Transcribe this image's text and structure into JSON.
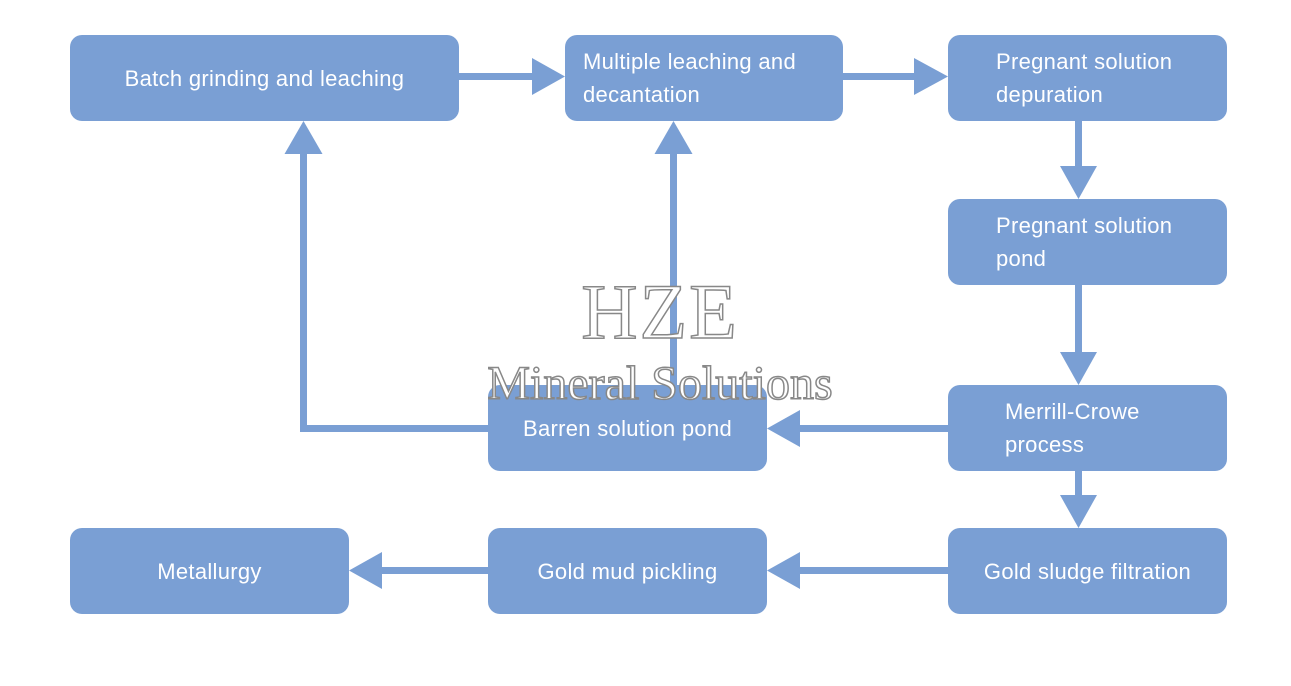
{
  "nodes": {
    "batch": "Batch grinding and leaching",
    "multi": [
      "Multiple leaching and",
      "decantation"
    ],
    "preg_depuration": [
      "Pregnant solution",
      "depuration"
    ],
    "preg_pond": [
      "Pregnant solution",
      "pond"
    ],
    "barren": "Barren solution pond",
    "merrill": [
      "Merrill-Crowe",
      "process"
    ],
    "metallurgy": "Metallurgy",
    "mud": "Gold mud pickling",
    "sludge": "Gold sludge filtration"
  },
  "watermark": {
    "main": "HZE",
    "sub": "Mineral Solutions"
  },
  "colors": {
    "box_fill": "#7a9fd4",
    "arrow": "#7a9fd4",
    "text": "#ffffff"
  }
}
